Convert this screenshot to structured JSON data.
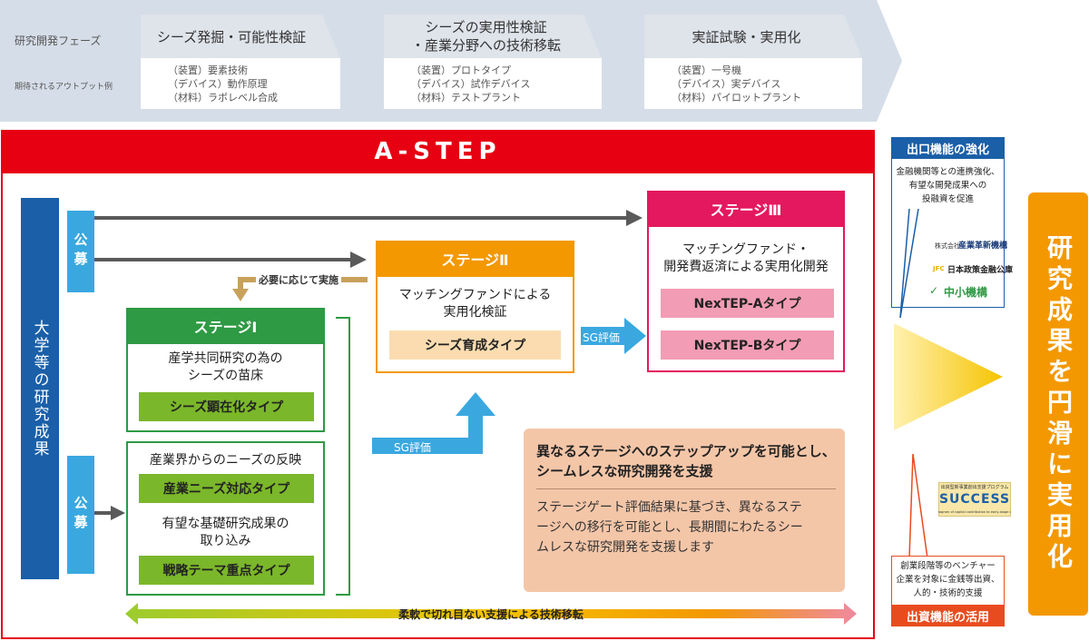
{
  "phases": {
    "row_label": "研究開発フェーズ",
    "output_label": "期待されるアウトプット例",
    "items": [
      {
        "title_lines": [
          "シーズ発掘・可能性検証"
        ],
        "outputs": [
          "（装置）要素技術",
          "（デバイス）動作原理",
          "（材料）ラボレベル合成"
        ]
      },
      {
        "title_lines": [
          "シーズの実用性検証",
          "・産業分野への技術移転"
        ],
        "outputs": [
          "（装置）プロトタイプ",
          "（デバイス）試作デバイス",
          "（材料）テストプラント"
        ]
      },
      {
        "title_lines": [
          "実証試験・実用化"
        ],
        "outputs": [
          "（装置）一号機",
          "（デバイス）実デバイス",
          "（材料）パイロットプラント"
        ]
      }
    ]
  },
  "astep": {
    "title": "A-STEP",
    "left_bar": "大学等の研究成果",
    "koubo": "公募",
    "hitsuyo": "必要に応じて実施",
    "sg_label": "SG評価",
    "stage1": {
      "title": "ステージⅠ",
      "desc1_lines": [
        "産学共同研究の為の",
        "シーズの苗床"
      ],
      "type1": "シーズ顕在化タイプ",
      "desc2": "産業界からのニーズの反映",
      "type2": "産業ニーズ対応タイプ",
      "desc3_lines": [
        "有望な基礎研究成果の",
        "取り込み"
      ],
      "type3": "戦略テーマ重点タイプ"
    },
    "stage2": {
      "title": "ステージⅡ",
      "desc_lines": [
        "マッチングファンドによる",
        "実用化検証"
      ],
      "type": "シーズ育成タイプ"
    },
    "stage3": {
      "title": "ステージⅢ",
      "desc_lines": [
        "マッチングファンド・",
        "開発費返済による実用化開発"
      ],
      "type_a": "NexTEP-Aタイプ",
      "type_b": "NexTEP-Bタイプ"
    },
    "callout": {
      "head_lines": [
        "異なるステージへのステップアップを可能とし、",
        "シームレスな研究開発を支援"
      ],
      "body_lines": [
        "ステージゲート評価結果に基づき、異なるステ",
        "ージへの移行を可能とし、長期間にわたるシー",
        "ムレスな研究開発を支援します"
      ]
    },
    "bottom_arrow": "柔軟で切れ目ない支援による技術移転"
  },
  "exit": {
    "title": "出口機能の強化",
    "desc_lines": [
      "金融機関等との連携強化、",
      "有望な開発成果への",
      "投融資を促進"
    ],
    "logos": [
      "産業革新機構",
      "日本政策金融公庫",
      "中小機構"
    ],
    "logo_small": "株式会社",
    "logo_jfc": "JFC"
  },
  "invest": {
    "title": "出資機能の活用",
    "desc_lines": [
      "創業段階等のベンチャー",
      "企業を対象に金銭等出資、",
      "人的・技術的支援"
    ],
    "success_top": "出資型新事業創出支援プログラム",
    "success_word": "SUCCESS",
    "success_sub": "Support program of capital contribution to early-stage companies"
  },
  "result": "研究成果を円滑に実用化",
  "colors": {
    "red": "#e60012",
    "stage1": "#2e9a44",
    "stage2": "#f39800",
    "stage3": "#e4185e",
    "blue": "#1a5fa8",
    "light_blue": "#3aa8df",
    "green_type": "#7bb72a",
    "orange_type": "#fbdcb0",
    "pink_type": "#f29cb5",
    "callout": "#f4c6a8",
    "result": "#f39800"
  }
}
